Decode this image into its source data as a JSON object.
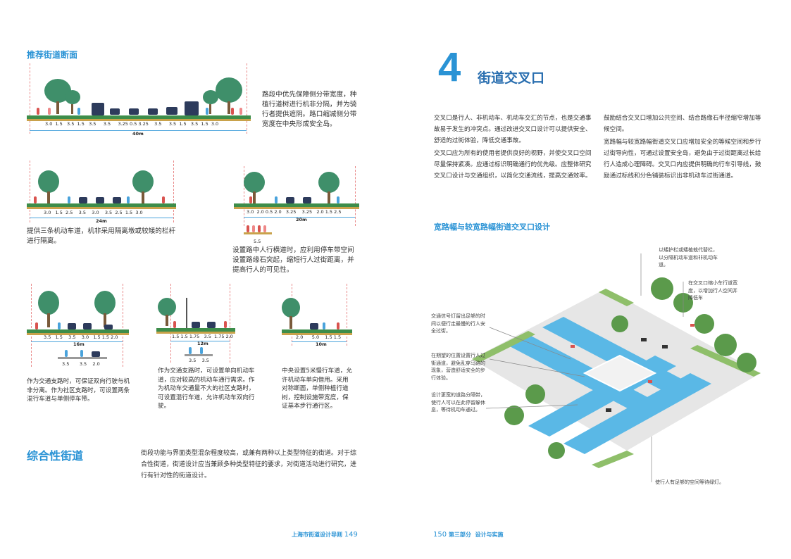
{
  "left": {
    "section_title": "推荐街道断面",
    "diagram1": {
      "dims": [
        "3.0",
        "1.5",
        "3.5",
        "1.5",
        "3.5",
        "3.5",
        "3.25",
        "0.5",
        "3.25",
        "3.5",
        "3.5",
        "1.5",
        "3.5",
        "1.5",
        "3.0"
      ],
      "total": "40m",
      "caption": "路段中优先保障侧分带宽度，种植行道树进行机非分隔，并为骑行者提供遮阴。路口缩减侧分带宽度在中央形成安全岛。"
    },
    "diagram2": {
      "dims": [
        "3.0",
        "1.5",
        "2.5",
        "3.5",
        "3.0",
        "3.5",
        "2.5",
        "1.5",
        "3.0"
      ],
      "total": "24m",
      "caption": "提供三条机动车道，机非采用隔离墩或较矮的栏杆进行隔离。"
    },
    "diagram3": {
      "dims": [
        "3.0",
        "2.0",
        "0.5",
        "2.0",
        "3.25",
        "3.25",
        "2.0",
        "1.5",
        "2.5"
      ],
      "total": "20m",
      "sub_dim": "5.5",
      "caption": "设置路中人行横道时，应利用停车带空间设置路缘石突起，缩短行人过街距离，并提高行人的可见性。"
    },
    "diagram4": {
      "dims": [
        "3.5",
        "1.5",
        "3.5",
        "3.0",
        "1.5",
        "1.5",
        "2.0"
      ],
      "total": "16m",
      "sub_dims": [
        "3.5",
        "3.5",
        "2.0"
      ],
      "caption": "作为交通支路时，可保证双向行驶与机非分离。作为社区支路时，可设置两条混行车道与单侧停车带。"
    },
    "diagram5": {
      "dims": [
        "1.5",
        "1.5",
        "1.75",
        "3.5",
        "1.75",
        "2.0"
      ],
      "total": "12m",
      "sub_dims": [
        "3.5",
        "3.5"
      ],
      "caption": "作为交通支路时，可设置单向机动车道，应对较高的机动车通行需求。作为机动车交通量不大的社区支路时，可设置混行车道，允许机动车双向行驶。"
    },
    "diagram6": {
      "dims": [
        "2.0",
        "5.0",
        "1.5",
        "1.5"
      ],
      "total": "10m",
      "caption": "中央设置5米慢行车道，允许机动车单向借用。采用对称断面，单侧种植行道树，控制设施带宽度，保证基本步行通行区。"
    },
    "bottom_title": "综合性街道",
    "bottom_text": "街段功能与界面类型混杂程度较高，或兼有两种以上类型特征的街道。对于综合性街道，街道设计应当兼顾多种类型特征的要求，对街道活动进行研究，进行有针对性的街道设计。",
    "footer_title": "上海市街道设计导则",
    "page_number": "149"
  },
  "right": {
    "chapter_number": "4",
    "chapter_title": "街道交叉口",
    "col1_p1": "交叉口是行人、非机动车、机动车交汇的节点，也是交通事故易于发生的冲突点。通过改进交叉口设计可以提供安全、舒适的过街体验，降低交通事故。",
    "col1_p2": "交叉口应为所有的使用者提供良好的视野，并使交叉口空间尽量保持紧凑。应通过标识明确通行的优先级。应整体研究交叉口设计与交通组织，以简化交通流线，提高交通效率。",
    "col2_p1": "鼓励结合交叉口增加公共空间、结合路缘石半径缩窄增加等候空间。",
    "col2_p2": "宽路幅与较宽路幅街道交叉口应增加安全的等候空间和步行过街导向性，可通过设置安全岛，避免由于过街距离过长给行人造成心理障碍。交叉口内应提供明确的行车引导线，鼓励通过标线和分色铺装标识出非机动车过街通道。",
    "sub_title": "宽路幅与较宽路幅街道交叉口设计",
    "callouts": [
      "以矮护栏或矮植栽代替栏，以分隔机动车道和非机动车道。",
      "在交叉口缩小车行道宽度，以增加行人空间并降低车",
      "交通信号灯留出足够的时间以便行走最慢的行人安全过街。",
      "在期望的位置设置行人过街通道，避免乱穿马路的现象，营造舒适安全的步行体验。",
      "设计更宽的道路分隔带，使行人可以在此停留躲休息，等待机动车通过。",
      "使行人有足够的空间等待绿灯。"
    ],
    "page_number": "150",
    "footer_part": "第三部分",
    "footer_title": "设计与实施"
  }
}
